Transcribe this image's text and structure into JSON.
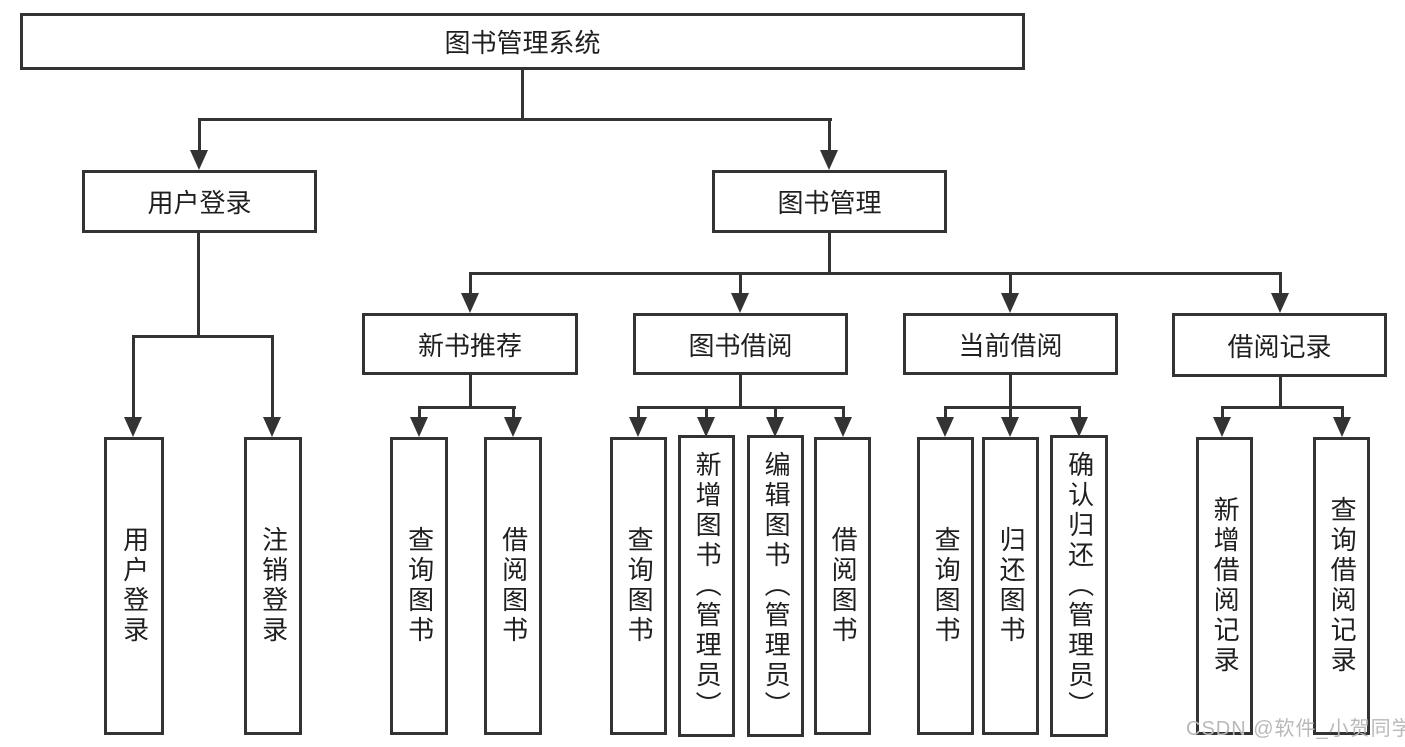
{
  "colors": {
    "line": "#333333",
    "text": "#1f1f1f",
    "wm": "#b9b9b9",
    "bg": "#ffffff"
  },
  "watermark": "CSDN @软件_小贺同学",
  "tree": {
    "root": "图书管理系统",
    "level2": [
      {
        "label": "用户登录",
        "children": [
          "用户登录",
          "注销登录"
        ]
      },
      {
        "label": "图书管理"
      }
    ],
    "level3": [
      {
        "label": "新书推荐",
        "children": [
          "查询图书",
          "借阅图书"
        ]
      },
      {
        "label": "图书借阅",
        "children": [
          "查询图书",
          "新增图书（管理员）",
          "编辑图书（管理员）",
          "借阅图书"
        ]
      },
      {
        "label": "当前借阅",
        "children": [
          "查询图书",
          "归还图书",
          "确认归还（管理员）"
        ]
      },
      {
        "label": "借阅记录",
        "children": [
          "新增借阅记录",
          "查询借阅记录"
        ]
      }
    ]
  }
}
